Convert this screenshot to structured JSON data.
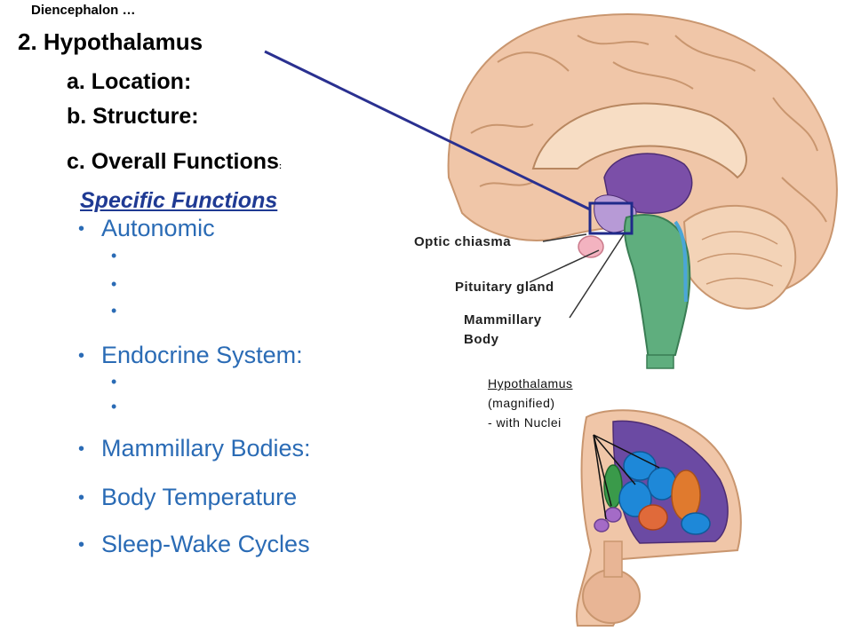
{
  "kicker": "Diencephalon …",
  "heading": "2.  Hypothalamus",
  "subs": {
    "location": "a. Location:",
    "structure": "b. Structure:",
    "overall": "c. Overall Functions",
    "overall_colon": ":"
  },
  "specific_title": "Specific Functions",
  "bullets": {
    "autonomic": "Autonomic",
    "endocrine": "Endocrine System:",
    "mammillary": "Mammillary Bodies:",
    "temperature": "Body Temperature",
    "sleep": "Sleep-Wake Cycles"
  },
  "bullet_glyph": "•",
  "figure_labels": {
    "optic_chiasma": "Optic chiasma",
    "pituitary": "Pituitary gland",
    "mammillary_1": "Mammillary",
    "mammillary_2": "Body",
    "hypo_title": "Hypothalamus",
    "hypo_mag": "(magnified)",
    "hypo_nuclei": "- with Nuclei"
  },
  "colors": {
    "heading_blue": "#1f3a93",
    "bullet_blue": "#2a6bb5",
    "brain_tan": "#f0c6a8",
    "hypothalamus_purple": "#7b4fa8",
    "brainstem_green": "#5fae7e"
  }
}
